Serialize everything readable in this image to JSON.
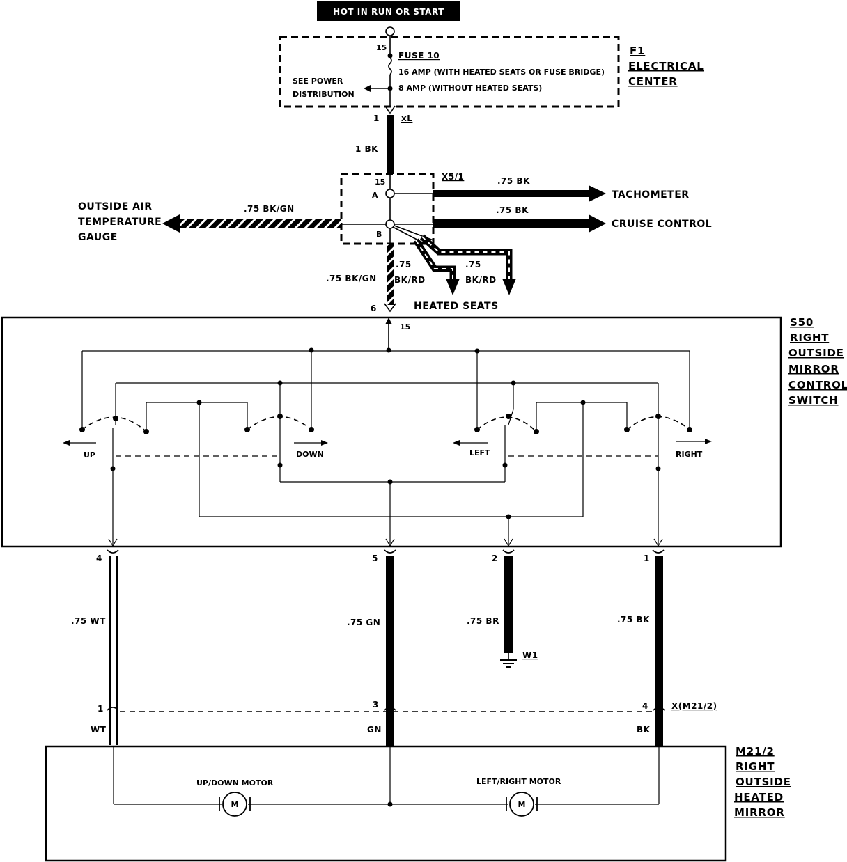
{
  "header": {
    "hot_label": "HOT IN RUN OR START"
  },
  "fuse_block": {
    "terminal": "15",
    "fuse_name": "FUSE 10",
    "rating_a": "16 AMP (WITH HEATED SEATS OR FUSE BRIDGE)",
    "rating_b": "8 AMP (WITHOUT HEATED SEATS)",
    "see_power_1": "SEE POWER",
    "see_power_2": "DISTRIBUTION",
    "name_1": "F1",
    "name_2": "ELECTRICAL",
    "name_3": "CENTER"
  },
  "xl_connector": {
    "pin": "1",
    "name": "xL",
    "wire": "1 BK"
  },
  "x51": {
    "name": "X5/1",
    "term_15": "15",
    "term_a": "A",
    "term_b": "B",
    "wire_tach": ".75 BK",
    "tach": "TACHOMETER",
    "wire_cruise": ".75 BK",
    "cruise": "CRUISE CONTROL",
    "wire_oat": ".75 BK/GN",
    "oat_1": "OUTSIDE AIR",
    "oat_2": "TEMPERATURE",
    "oat_3": "GAUGE",
    "wire_down": ".75 BK/GN",
    "seat1_a": ".75",
    "seat1_b": "BK/RD",
    "seat2_a": ".75",
    "seat2_b": "BK/RD",
    "heated_seats": "HEATED SEATS"
  },
  "switch": {
    "pin_top": "6",
    "term": "15",
    "up": "UP",
    "down": "DOWN",
    "left": "LEFT",
    "right": "RIGHT",
    "name_1": "S50",
    "name_2": "RIGHT",
    "name_3": "OUTSIDE",
    "name_4": "MIRROR",
    "name_5": "CONTROL",
    "name_6": "SWITCH"
  },
  "wires": {
    "pin4": "4",
    "w1": ".75 WT",
    "pin5": "5",
    "w2": ".75 GN",
    "pin2": "2",
    "w3": ".75 BR",
    "pin1": "1",
    "w4": ".75 BK",
    "ground": "W1"
  },
  "mirror_connector": {
    "pin1": "1",
    "pin3": "3",
    "pin4": "4",
    "name": "X(M21/2)",
    "c1": "WT",
    "c2": "GN",
    "c3": "BK"
  },
  "mirror": {
    "updown_motor": "UP/DOWN MOTOR",
    "leftright_motor": "LEFT/RIGHT MOTOR",
    "motor_symbol": "M",
    "name_1": "M21/2",
    "name_2": "RIGHT",
    "name_3": "OUTSIDE",
    "name_4": "HEATED",
    "name_5": "MIRROR"
  },
  "colors": {
    "ink": "#000000",
    "paper": "#ffffff"
  }
}
